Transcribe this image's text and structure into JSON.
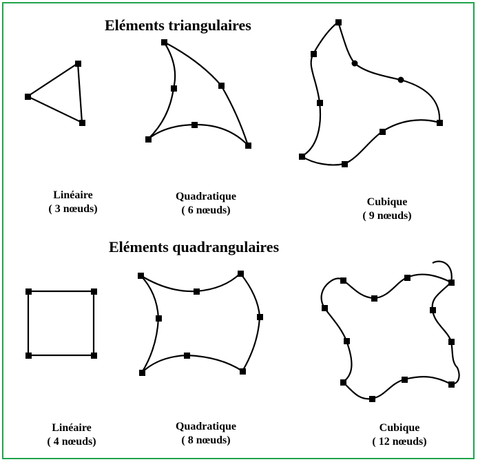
{
  "colors": {
    "frame_border": "#1fa34a",
    "ink": "#000000"
  },
  "sections": [
    {
      "title": "Eléments triangulaires",
      "elements": [
        {
          "name": "Linéaire",
          "nodes": "( 3 nœuds)"
        },
        {
          "name": "Quadratique",
          "nodes": "( 6 nœuds)"
        },
        {
          "name": "Cubique",
          "nodes": "( 9 nœuds)"
        }
      ]
    },
    {
      "title": "Eléments quadrangulaires",
      "elements": [
        {
          "name": "Linéaire",
          "nodes": "( 4 nœuds)"
        },
        {
          "name": "Quadratique",
          "nodes": "( 8 nœuds)"
        },
        {
          "name": "Cubique",
          "nodes": "( 12 nœuds)"
        }
      ]
    }
  ]
}
